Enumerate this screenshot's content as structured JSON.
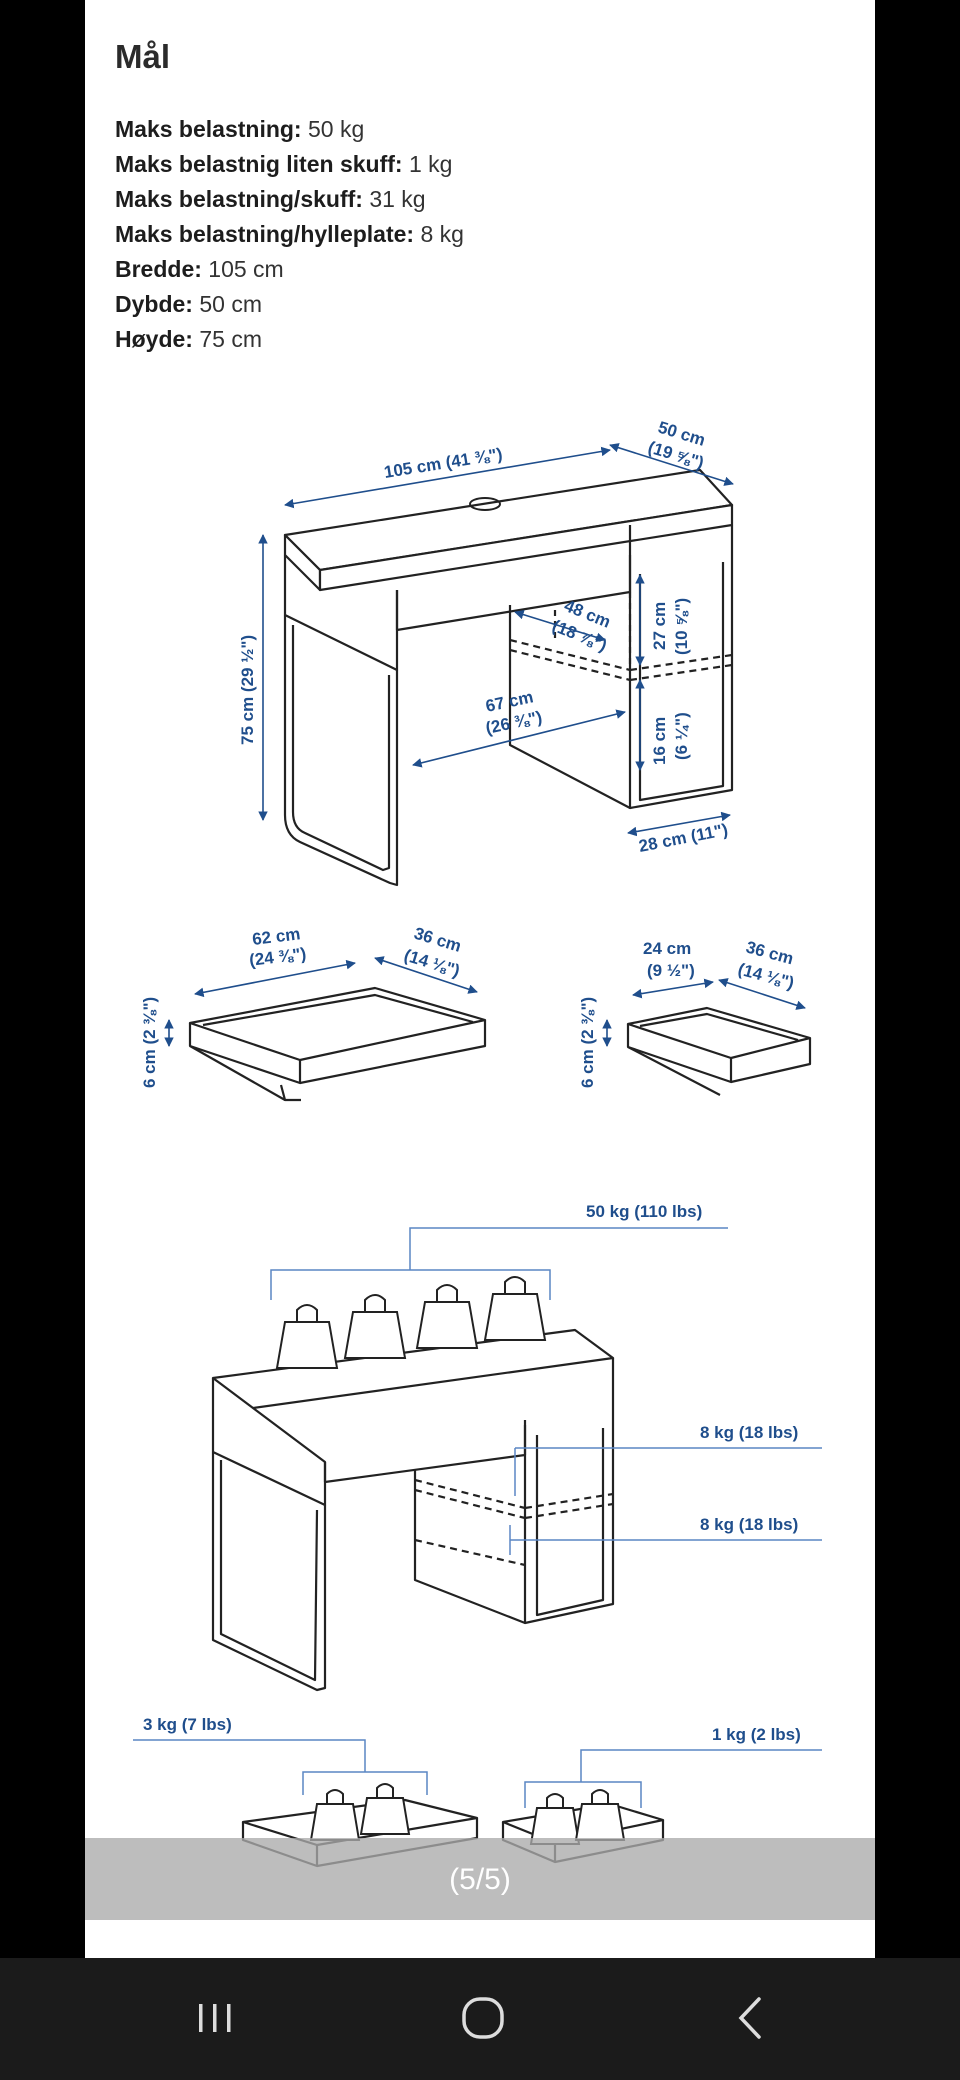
{
  "section": {
    "title": "Mål"
  },
  "specs": [
    {
      "label": "Maks belastning:",
      "value": "50 kg"
    },
    {
      "label": "Maks belastnig liten skuff:",
      "value": "1 kg"
    },
    {
      "label": "Maks belastning/skuff:",
      "value": "31 kg"
    },
    {
      "label": "Maks belastning/hylleplate:",
      "value": "8 kg"
    },
    {
      "label": "Bredde:",
      "value": "105 cm"
    },
    {
      "label": "Dybde:",
      "value": "50 cm"
    },
    {
      "label": "Høyde:",
      "value": "75 cm"
    }
  ],
  "desk_dims": {
    "width": "105 cm (41 ⅜\")",
    "depth_cm": "50 cm",
    "depth_in": "(19 ⅝\")",
    "height": "75 cm (29 ½\")",
    "shelf_depth_cm": "48 cm",
    "shelf_depth_in": "(18 ⅞\")",
    "upper_space_cm": "27 cm",
    "upper_space_in": "(10 ⅝\")",
    "lower_space_cm": "16 cm",
    "lower_space_in": "(6 ¼\")",
    "knee_width_cm": "67 cm",
    "knee_width_in": "(26 ⅜\")",
    "cabinet_width": "28 cm (11\")"
  },
  "drawer_large": {
    "width_cm": "62 cm",
    "width_in": "(24 ⅜\")",
    "depth_cm": "36 cm",
    "depth_in": "(14 ⅛\")",
    "height": "6 cm (2 ⅜\")"
  },
  "drawer_small": {
    "width_cm": "24 cm",
    "width_in": "(9 ½\")",
    "depth_cm": "36 cm",
    "depth_in": "(14 ⅛\")",
    "height": "6 cm (2 ⅜\")"
  },
  "loads": {
    "top": "50 kg (110 lbs)",
    "shelf_upper": "8 kg (18 lbs)",
    "shelf_lower": "8 kg (18 lbs)",
    "drawer_large": "3 kg (7 lbs)",
    "drawer_small": "1 kg (2 lbs)"
  },
  "gallery": {
    "counter": "(5/5)"
  },
  "colors": {
    "accent": "#1f4e8c",
    "line": "#222222"
  }
}
